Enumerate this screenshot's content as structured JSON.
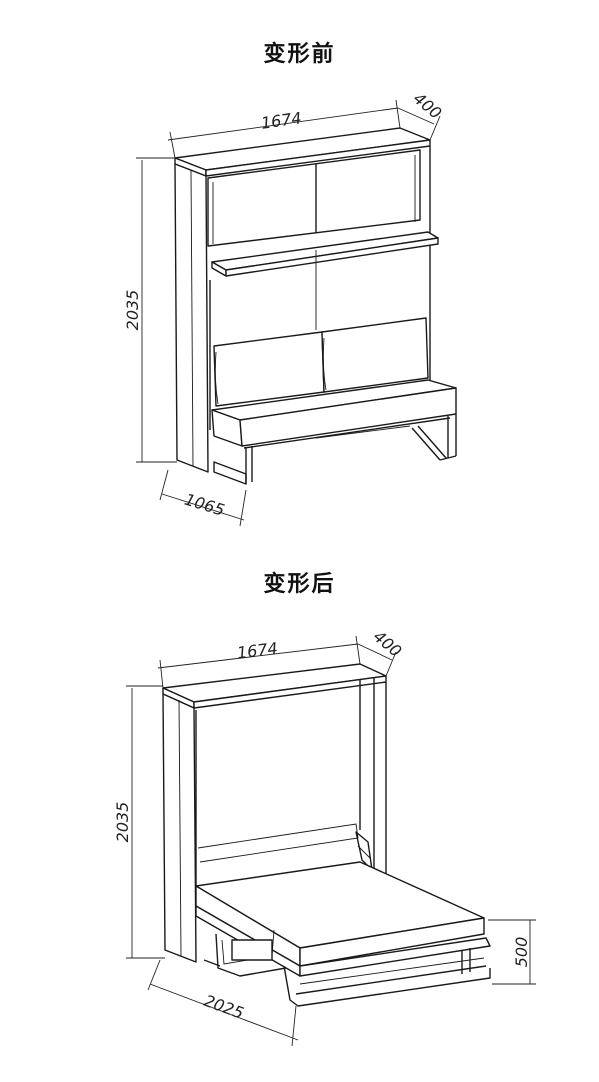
{
  "sections": [
    {
      "title": "变形前",
      "dims": {
        "width": "1674",
        "depth": "400",
        "height": "2035",
        "extended": "1065"
      }
    },
    {
      "title": "变形后",
      "dims": {
        "width": "1674",
        "depth": "400",
        "height": "2035",
        "extended": "2025",
        "bed_height": "500"
      }
    }
  ]
}
